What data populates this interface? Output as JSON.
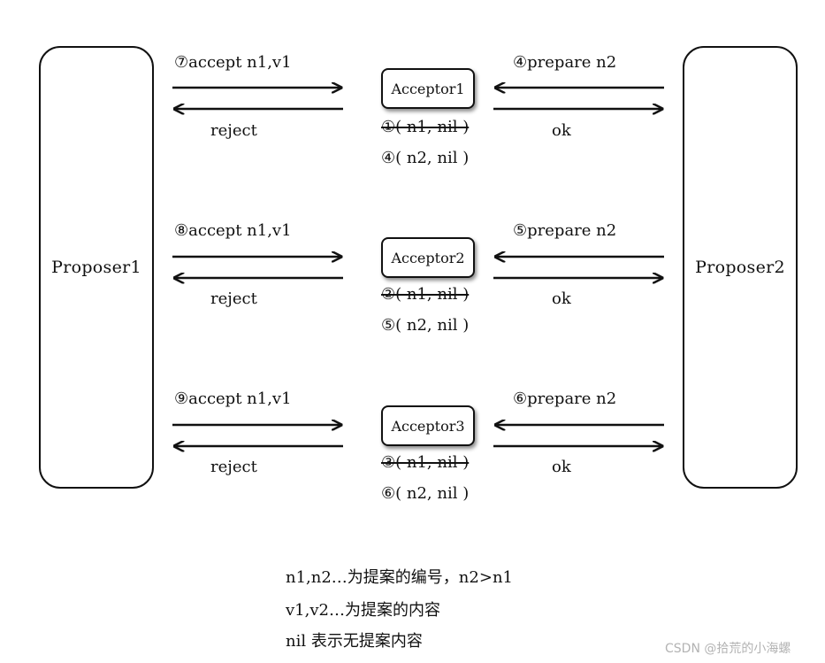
{
  "proposers": {
    "left": "Proposer1",
    "right": "Proposer2"
  },
  "rows": [
    {
      "acceptor": "Acceptor1",
      "accept_label": "⑦accept n1,v1",
      "reject_label": "reject",
      "prepare_label": "④prepare n2",
      "ok_label": "ok",
      "old_state": "①( n1, nil )",
      "new_state": "④( n2, nil )"
    },
    {
      "acceptor": "Acceptor2",
      "accept_label": "⑧accept n1,v1",
      "reject_label": "reject",
      "prepare_label": "⑤prepare n2",
      "ok_label": "ok",
      "old_state": "②( n1, nil )",
      "new_state": "⑤( n2, nil )"
    },
    {
      "acceptor": "Acceptor3",
      "accept_label": "⑨accept n1,v1",
      "reject_label": "reject",
      "prepare_label": "⑥prepare n2",
      "ok_label": "ok",
      "old_state": "③( n1, nil )",
      "new_state": "⑥( n2, nil )"
    }
  ],
  "notes": [
    "n1,n2…为提案的编号，n2>n1",
    "v1,v2…为提案的内容",
    "nil 表示无提案内容"
  ],
  "watermark": "CSDN @拾荒的小海螺"
}
